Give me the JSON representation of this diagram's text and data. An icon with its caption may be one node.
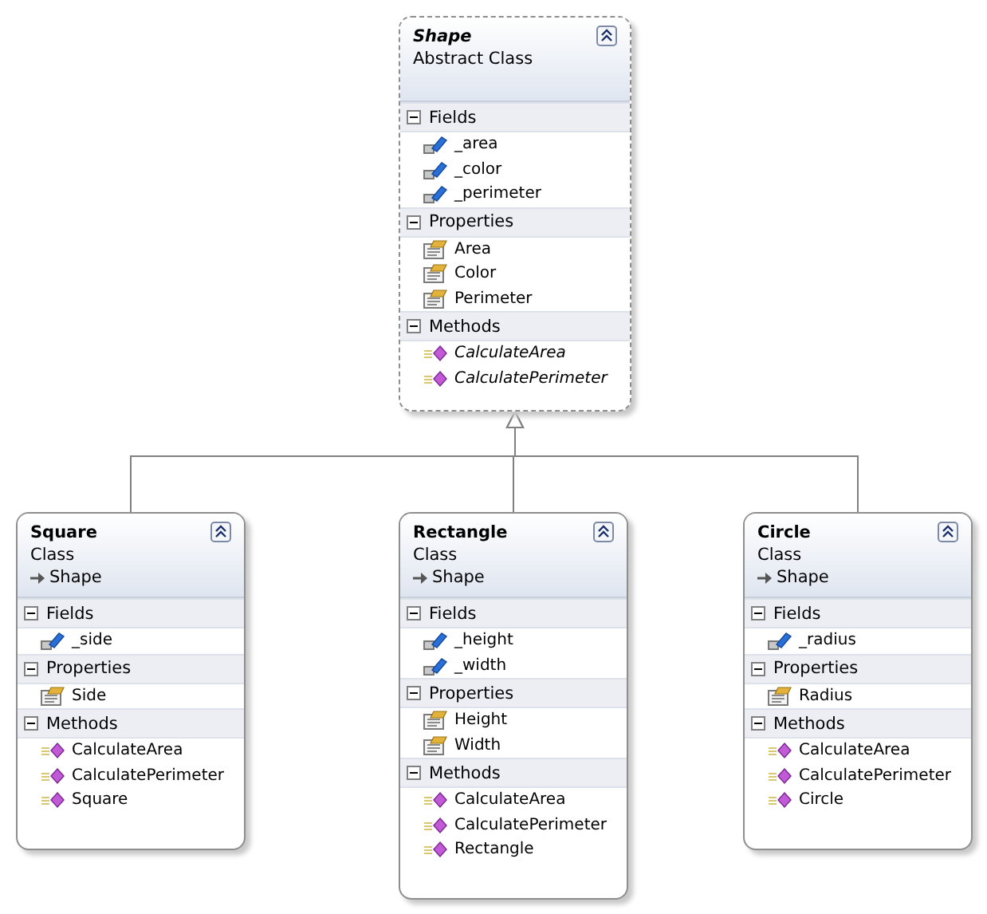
{
  "diagram": {
    "nodes": [
      {
        "text": [
          "Shape",
          "Abstract Class"
        ]
      },
      {
        "text": [
          "Fields",
          "_area",
          "_color",
          "_perimeter"
        ],
        "in": 0
      },
      {
        "text": [
          "Properties",
          "Area",
          "Color",
          "Perimeter"
        ],
        "in": 0
      },
      {
        "text": [
          "Methods",
          "CalculateArea",
          "CalculatePerimeter"
        ],
        "in": 0
      },
      {
        "text": [
          "Square",
          "Class",
          "Shape"
        ]
      },
      {
        "text": [
          "Fields",
          "_side"
        ],
        "in": 4
      },
      {
        "text": [
          "Properties",
          "Side"
        ],
        "in": 4
      },
      {
        "text": [
          "Methods",
          "CalculateArea",
          "CalculatePerimeter",
          "Square"
        ],
        "in": 4
      },
      {
        "text": [
          "Rectangle",
          "Class",
          "Shape"
        ]
      },
      {
        "text": [
          "Fields",
          "_height",
          "_width"
        ],
        "in": 8
      },
      {
        "text": [
          "Properties",
          "Height",
          "Width"
        ],
        "in": 8
      },
      {
        "text": [
          "Methods",
          "CalculateArea",
          "CalculatePerimeter",
          "Rectangle"
        ],
        "in": 8
      },
      {
        "text": [
          "Circle",
          "Class",
          "Shape"
        ]
      },
      {
        "text": [
          "Fields",
          "_radius"
        ],
        "in": 12
      },
      {
        "text": [
          "Properties",
          "Radius"
        ],
        "in": 12
      },
      {
        "text": [
          "Methods",
          "CalculateArea",
          "CalculatePerimeter",
          "Circle"
        ],
        "in": 12
      }
    ],
    "edges": [
      {
        "from": 4,
        "to": 0,
        "arrow": "to"
      },
      {
        "from": 8,
        "to": 0,
        "arrow": "to"
      },
      {
        "from": 12,
        "to": 0,
        "arrow": "to"
      }
    ]
  }
}
